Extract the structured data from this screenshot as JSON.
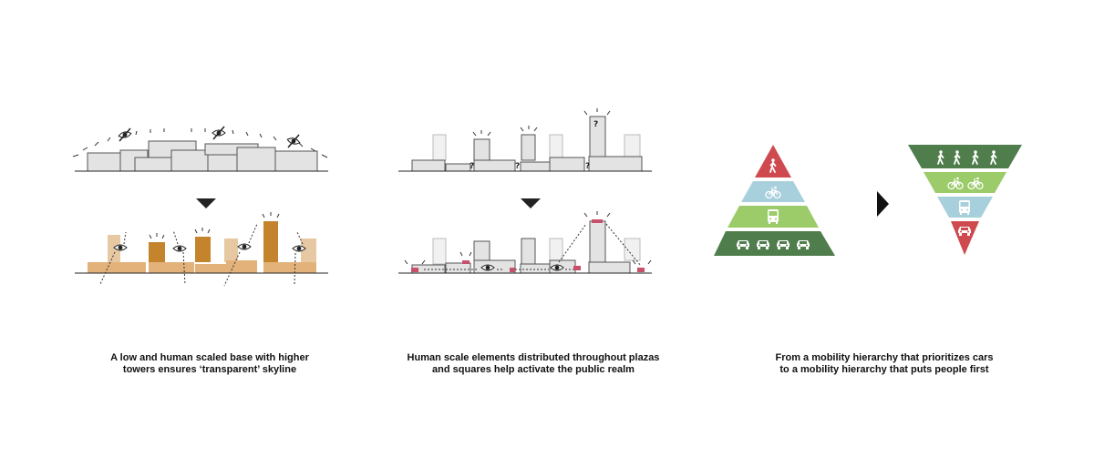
{
  "colors": {
    "building_gray": "#e3e3e3",
    "building_outline": "#555555",
    "tan_light": "#e6c9a3",
    "tan": "#e2b27a",
    "tower_brown": "#c4842e",
    "pink_accent": "#c8506a",
    "pyramid_red": "#cf4a4f",
    "pyramid_blue": "#a8d0dc",
    "pyramid_green": "#9ccb6a",
    "pyramid_dark_green": "#4f7d4c"
  },
  "panels": [
    {
      "caption": {
        "line1": "A low and human scaled base with higher",
        "line2": "towers ensures ‘transparent’ skyline"
      }
    },
    {
      "caption": {
        "line1": "Human scale elements distributed throughout plazas",
        "line2": "and squares help activate the public realm"
      },
      "question_marks": [
        "?",
        "?",
        "?",
        "?"
      ]
    },
    {
      "caption": {
        "line1": "From a mobility hierarchy that prioritizes cars",
        "line2": "to a mobility hierarchy that puts people first"
      },
      "pyramid_before": [
        "pedestrian-icon",
        "bicycle-icon",
        "bus-icon",
        "car-icon"
      ],
      "pyramid_after": [
        "pedestrian-icon",
        "bicycle-icon",
        "bus-icon",
        "car-icon"
      ]
    }
  ]
}
